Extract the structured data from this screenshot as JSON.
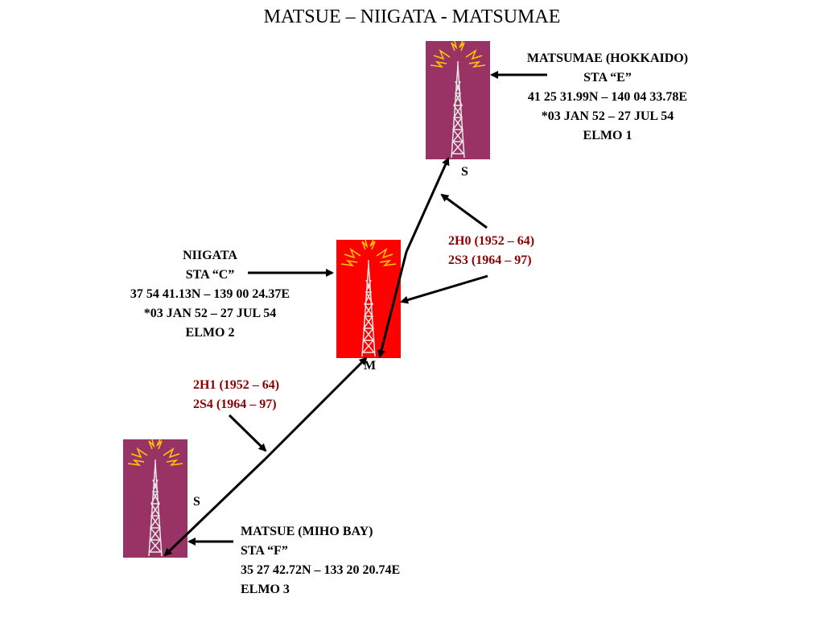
{
  "title": "MATSUE – NIIGATA - MATSUMAE",
  "stations": {
    "matsumae": {
      "lines": [
        "MATSUMAE (HOKKAIDO)",
        "STA “E”",
        "41 25 31.99N – 140 04 33.78E",
        "*03 JAN 52 – 27 JUL 54",
        "ELMO 1"
      ],
      "role": "S",
      "color": "#993366"
    },
    "niigata": {
      "lines": [
        "NIIGATA",
        "STA “C”",
        "37 54 41.13N – 139 00 24.37E",
        "*03 JAN 52 – 27 JUL 54",
        "ELMO 2"
      ],
      "role": "M",
      "color": "#ff0000"
    },
    "matsue": {
      "lines": [
        "MATSUE (MIHO BAY)",
        "STA “F”",
        "35 27 42.72N – 133 20 20.74E",
        "ELMO 3"
      ],
      "role": "S",
      "color": "#993366"
    }
  },
  "links": {
    "upper": [
      "2H0 (1952 – 64)",
      "2S3 (1964 – 97)"
    ],
    "lower": [
      "2H1 (1952 – 64)",
      "2S4 (1964 – 97)"
    ]
  },
  "colors": {
    "link_text": "#8b0000",
    "lightning": "#ffcc00",
    "tower": "#e8e8e8"
  }
}
